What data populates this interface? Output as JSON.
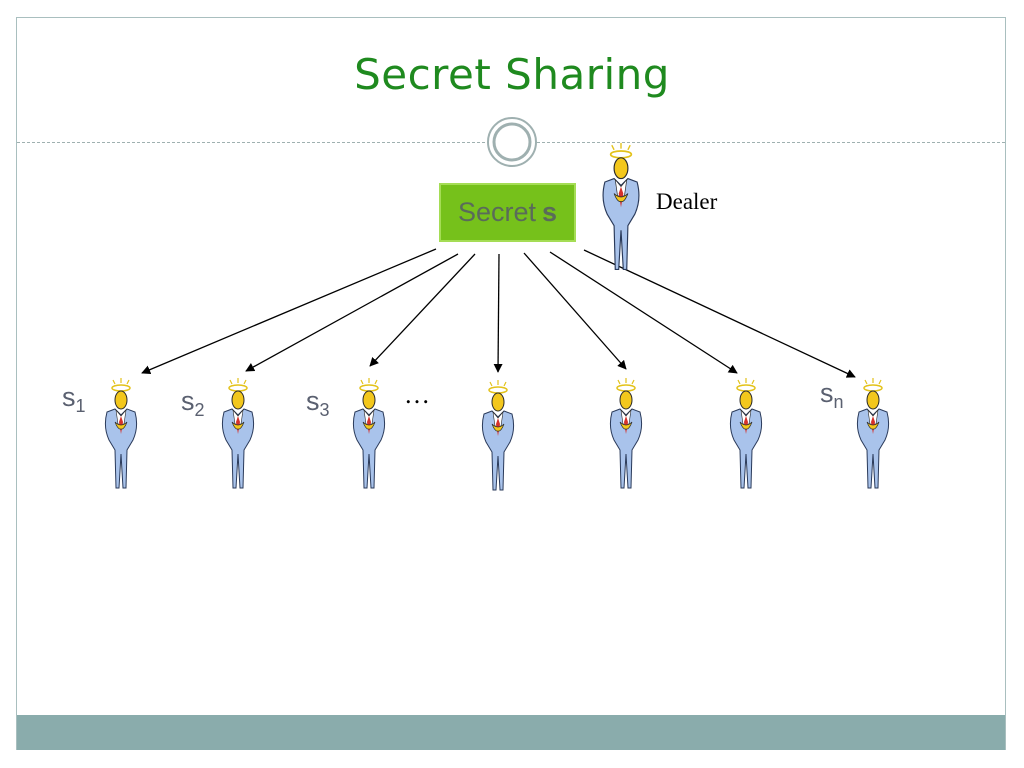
{
  "title": "Secret Sharing",
  "secret_box": {
    "text": "Secret",
    "symbol": "s"
  },
  "dealer_label": "Dealer",
  "shares": [
    {
      "base": "s",
      "sub": "1"
    },
    {
      "base": "s",
      "sub": "2"
    },
    {
      "base": "s",
      "sub": "3"
    },
    {
      "base": "s",
      "sub": "n"
    }
  ],
  "ellipsis": "…",
  "colors": {
    "title": "#1f8a1f",
    "secret_box": "#76c11b",
    "footer": "#8aacac"
  },
  "icons": [
    "person-icon",
    "halo-icon",
    "ring-ornament-icon"
  ]
}
